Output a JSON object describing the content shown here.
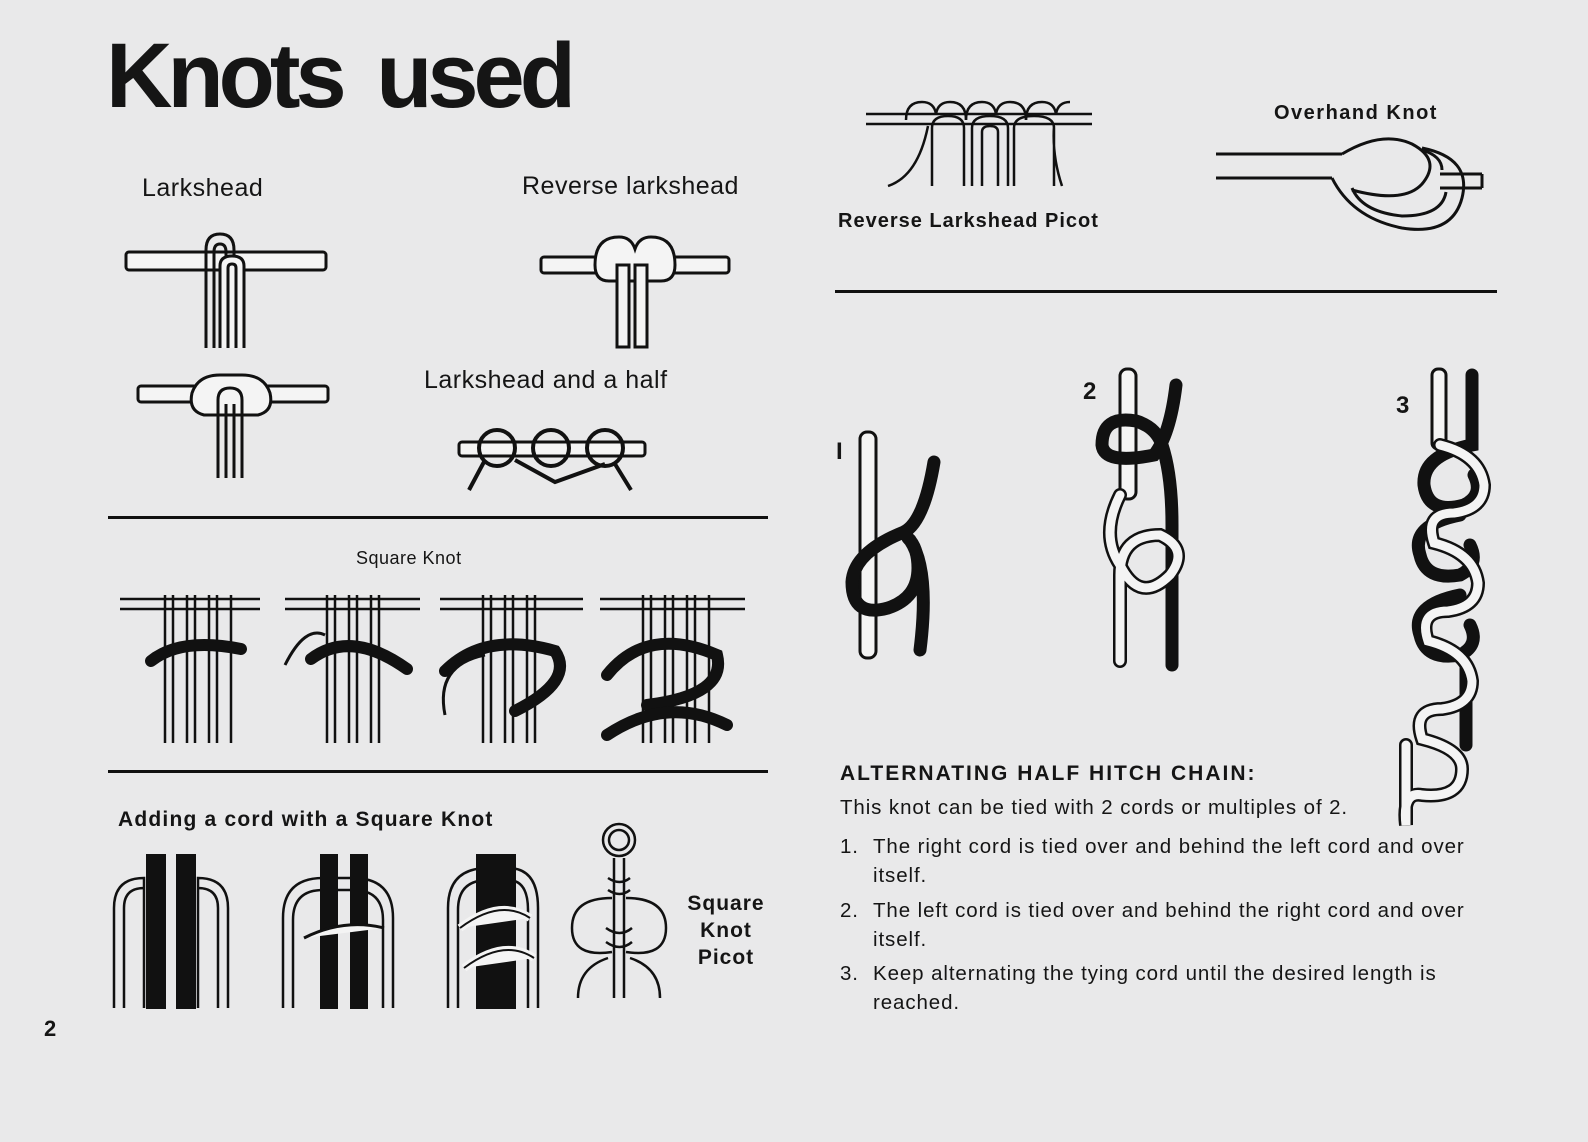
{
  "page": {
    "title": "Knots used",
    "page_number": "2"
  },
  "labels": {
    "larkshead": "Larkshead",
    "reverse_larkshead": "Reverse larkshead",
    "larkshead_and_a_half": "Larkshead and a half",
    "square_knot": "Square Knot",
    "adding_cord": "Adding a cord with a Square Knot",
    "square_knot_picot": [
      "Square",
      "Knot",
      "Picot"
    ],
    "reverse_larkshead_picot": "Reverse Larkshead Picot",
    "overhand_knot": "Overhand Knot",
    "step_markers": [
      "I",
      "2",
      "3"
    ]
  },
  "alternating_half_hitch": {
    "heading": "ALTERNATING HALF HITCH CHAIN:",
    "intro": "This knot can be tied with 2 cords or multiples of 2.",
    "steps": [
      {
        "num": "1.",
        "text": "The right cord is tied over and behind the left cord and over itself."
      },
      {
        "num": "2.",
        "text": "The left cord is tied over and behind the right cord and over itself."
      },
      {
        "num": "3.",
        "text": "Keep alternating the tying cord until the desired length is reached."
      }
    ]
  },
  "icons": [
    "larkshead-diagram",
    "reverse-larkshead-diagram",
    "larkshead-and-a-half-diagram",
    "square-knot-diagram",
    "adding-cord-diagram",
    "square-knot-picot-diagram",
    "reverse-larkshead-picot-diagram",
    "overhand-knot-diagram",
    "half-hitch-step-diagram"
  ],
  "colors": {
    "paper": "#e9e9ea",
    "ink": "#151515",
    "cord_fill": "#f4f4f4"
  }
}
